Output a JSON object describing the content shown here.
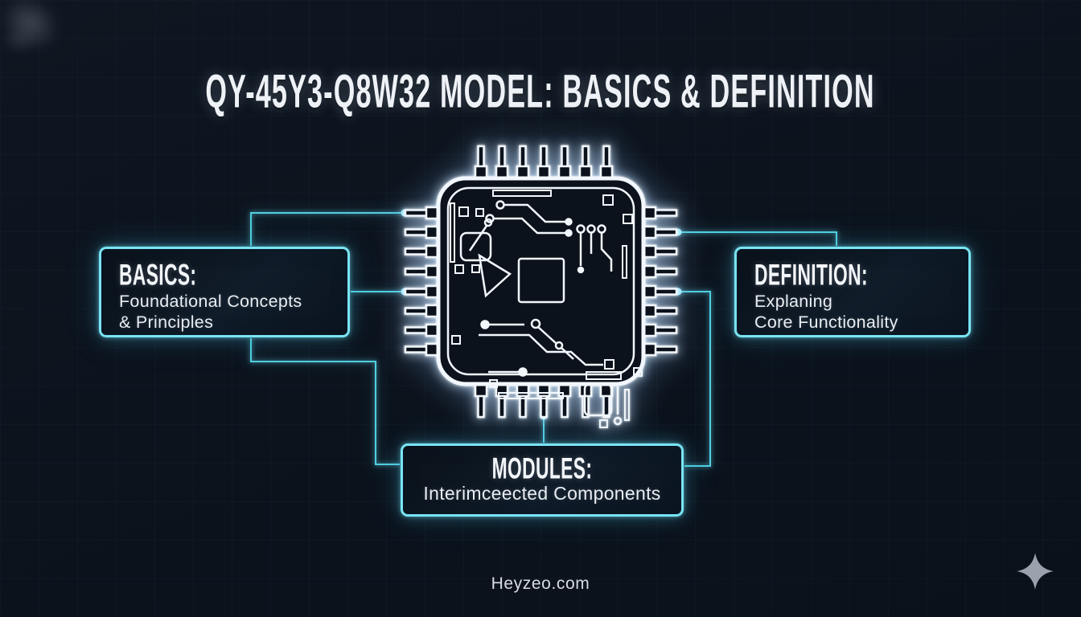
{
  "title": "QY-45Y3-Q8W32 MODEL: BASICS & DEFINITION",
  "nodes": {
    "basics": {
      "heading": "BASICS:",
      "line1": "Foundational Concepts",
      "line2": "& Principles"
    },
    "definition": {
      "heading": "DEFINITION:",
      "line1": "Explaning",
      "line2": "Core Functionality"
    },
    "modules": {
      "heading": "MODULES:",
      "line1": "Interimceected Components"
    }
  },
  "diagram": {
    "center_node": "microchip",
    "edges": [
      {
        "from": "basics",
        "to": "microchip"
      },
      {
        "from": "definition",
        "to": "microchip"
      },
      {
        "from": "modules",
        "to": "microchip"
      }
    ]
  },
  "footer": {
    "site": "Heyzeo.com"
  },
  "icons": {
    "bottom_right": "four-point-sparkle-icon",
    "center": "cpu-chip-illustration"
  },
  "colors": {
    "background": "#0c131d",
    "box_border_cyan": "#79e4f4",
    "wire_cyan": "#4fd0e2",
    "wire_dot_cyan": "#a5f1ff",
    "chip_stroke_white": "#f2f7fd",
    "text_white": "#eef2f7",
    "footer_gray": "#d7dce3",
    "sparkle_gray": "#9aa2ad"
  }
}
